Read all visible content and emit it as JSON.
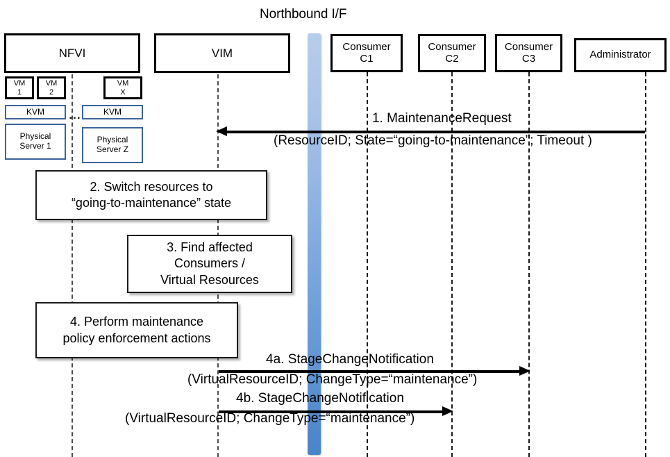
{
  "diagram": {
    "title": "Northbound I/F",
    "colors": {
      "northbound_bar_top": "#b7cdeb",
      "northbound_bar_bottom": "#4a84c8",
      "infra_box_border": "#3c6498",
      "actor_border": "#000000"
    }
  },
  "actors": [
    {
      "id": "nfvi",
      "label": "NFVI"
    },
    {
      "id": "vim",
      "label": "VIM"
    },
    {
      "id": "c1",
      "label": "Consumer\nC1",
      "line1": "Consumer",
      "line2": "C1"
    },
    {
      "id": "c2",
      "label": "Consumer\nC2",
      "line1": "Consumer",
      "line2": "C2"
    },
    {
      "id": "c3",
      "label": "Consumer\nC3",
      "line1": "Consumer",
      "line2": "C3"
    },
    {
      "id": "admin",
      "label": "Administrator"
    }
  ],
  "northbound": {
    "label": "Northbound I/F"
  },
  "infrastructure": {
    "vms": [
      {
        "line1": "VM",
        "line2": "1"
      },
      {
        "line1": "VM",
        "line2": "2"
      },
      {
        "line1": "VM",
        "line2": "X"
      }
    ],
    "hypervisors": [
      {
        "label": "KVM"
      },
      {
        "label": "KVM"
      }
    ],
    "servers": [
      {
        "line1": "Physical",
        "line2": "Server 1"
      },
      {
        "line1": "Physical",
        "line2": "Server Z"
      }
    ],
    "ellipsis": "..."
  },
  "process_steps": [
    {
      "id": "step2",
      "line1": "2. Switch resources to",
      "line2": "“going-to-maintenance” state"
    },
    {
      "id": "step3",
      "line1": "3. Find affected",
      "line2": "Consumers /",
      "line3": "Virtual Resources"
    },
    {
      "id": "step4",
      "line1": "4. Perform maintenance",
      "line2": "policy enforcement actions"
    }
  ],
  "messages": [
    {
      "id": "msg1",
      "number": "1.",
      "name": "MaintenanceRequest",
      "title": "1.    MaintenanceRequest",
      "params": "(ResourceID; State=“going-to-maintenance”; Timeout )",
      "from": "admin",
      "to": "vim",
      "direction": "left"
    },
    {
      "id": "msg4a",
      "number": "4a.",
      "name": "StageChangeNotification",
      "title": "4a. StageChangeNotification",
      "params": "(VirtualResourceID; ChangeType=“maintenance”)",
      "from": "vim",
      "to": "c3",
      "direction": "right"
    },
    {
      "id": "msg4b",
      "number": "4b.",
      "name": "StageChangeNotification",
      "title": "4b. StageChangeNotification",
      "params": "(VirtualResourceID; ChangeType=“maintenance”)",
      "from": "vim",
      "to": "c2",
      "direction": "right"
    }
  ]
}
